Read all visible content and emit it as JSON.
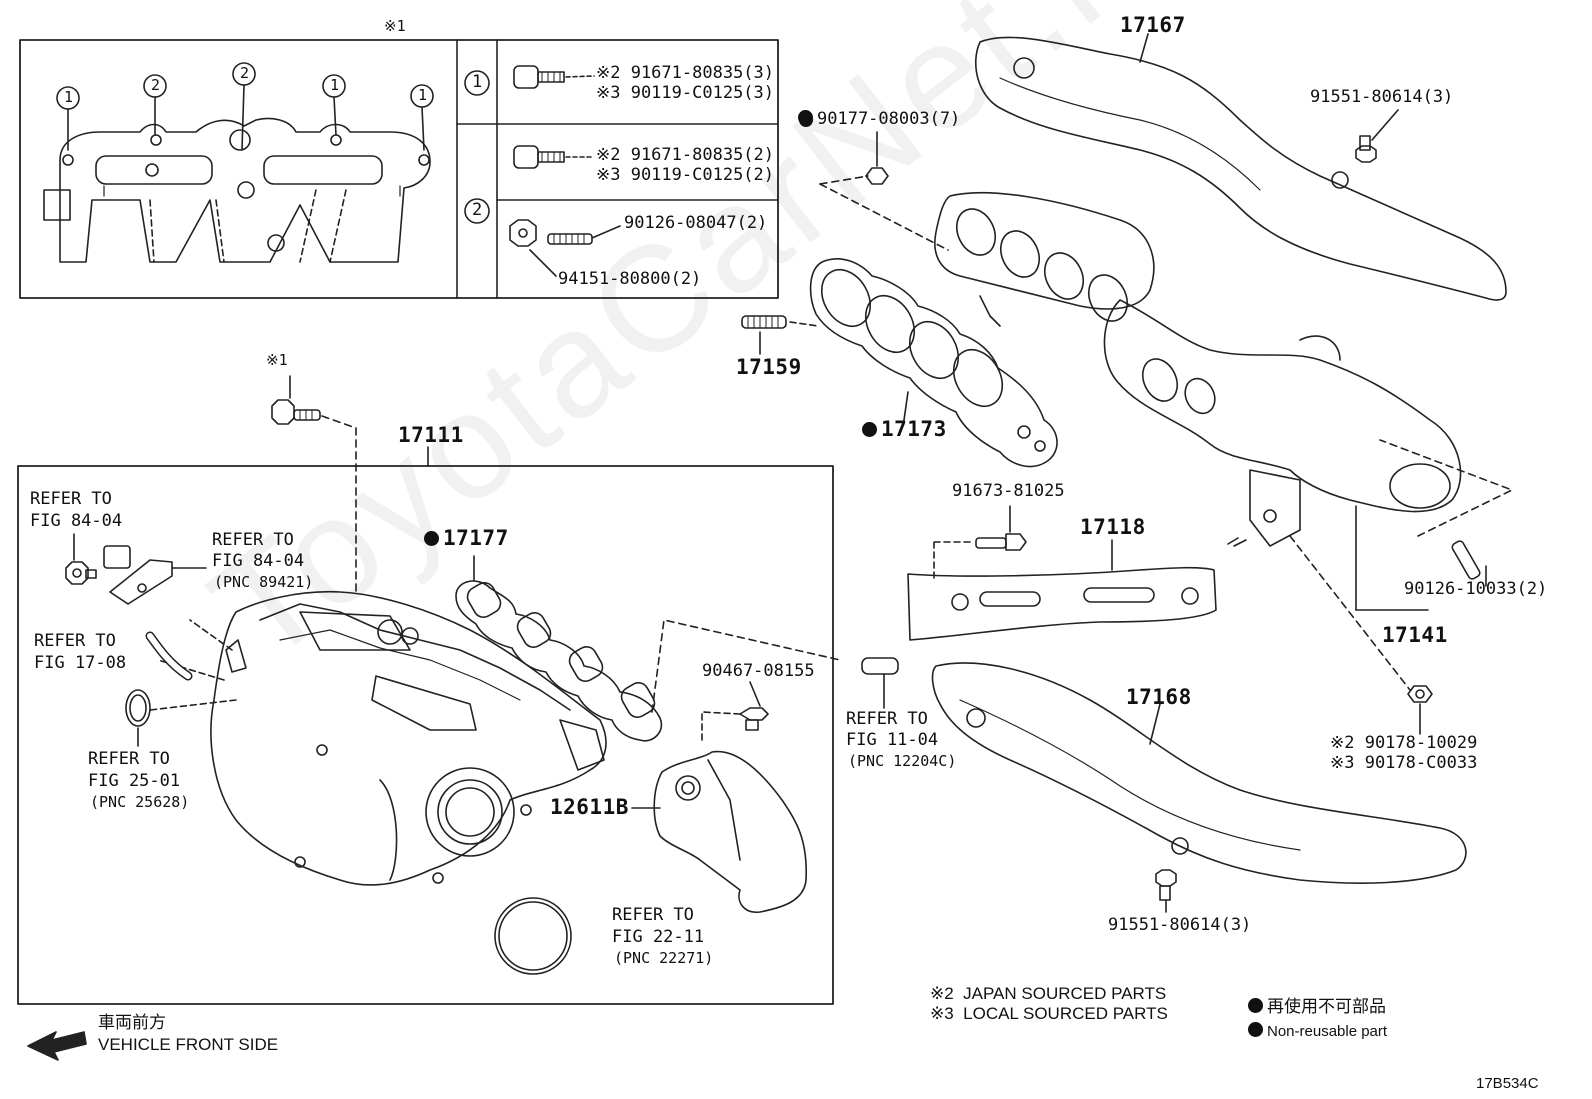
{
  "watermark": "ToyotaCarNet.ru",
  "inset": {
    "ref_mark": "※1",
    "callouts": {
      "one": "1",
      "two": "2"
    },
    "row1": {
      "key": "1",
      "line_a": "※2 91671-80835(3)",
      "line_b": "※3 90119-C0125(3)"
    },
    "row2a": {
      "key": "2",
      "line_a": "※2 91671-80835(2)",
      "line_b": "※3 90119-C0125(2)"
    },
    "row2b": {
      "stud": "90126-08047(2)",
      "nut": "94151-80800(2)"
    }
  },
  "labels": {
    "p17167": "17167",
    "p91551_top": "91551-80614(3)",
    "p90177": "90177-08003(7)",
    "p17159": "17159",
    "p17173": "17173",
    "ref1": "※1",
    "p17111": "17111",
    "refer_84_04_a_l1": "REFER TO",
    "refer_84_04_a_l2": "FIG 84-04",
    "refer_84_04_b_l1": "REFER TO",
    "refer_84_04_b_l2": "FIG 84-04",
    "refer_84_04_b_l3": "(PNC 89421)",
    "p17177": "17177",
    "refer_17_08_l1": "REFER TO",
    "refer_17_08_l2": "FIG 17-08",
    "refer_25_01_l1": "REFER TO",
    "refer_25_01_l2": "FIG 25-01",
    "refer_25_01_l3": "(PNC 25628)",
    "p90467": "90467-08155",
    "refer_11_04_l1": "REFER TO",
    "refer_11_04_l2": "FIG 11-04",
    "refer_11_04_l3": "(PNC 12204C)",
    "p12611B": "12611B",
    "refer_22_11_l1": "REFER TO",
    "refer_22_11_l2": "FIG 22-11",
    "refer_22_11_l3": "(PNC 22271)",
    "p91673": "91673-81025",
    "p17118": "17118",
    "p90126_10033": "90126-10033(2)",
    "p17141": "17141",
    "p90178_a": "※2 90178-10029",
    "p90178_b": "※3 90178-C0033",
    "p17168": "17168",
    "p91551_bot": "91551-80614(3)"
  },
  "legend": {
    "japan": "※2  JAPAN SOURCED PARTS",
    "local": "※3  LOCAL SOURCED PARTS",
    "nonreuse_jp": "再使用不可部品",
    "nonreuse_en": "Non-reusable part",
    "front_jp": "車両前方",
    "front_en": "VEHICLE FRONT SIDE",
    "diagram_code": "17B534C"
  }
}
